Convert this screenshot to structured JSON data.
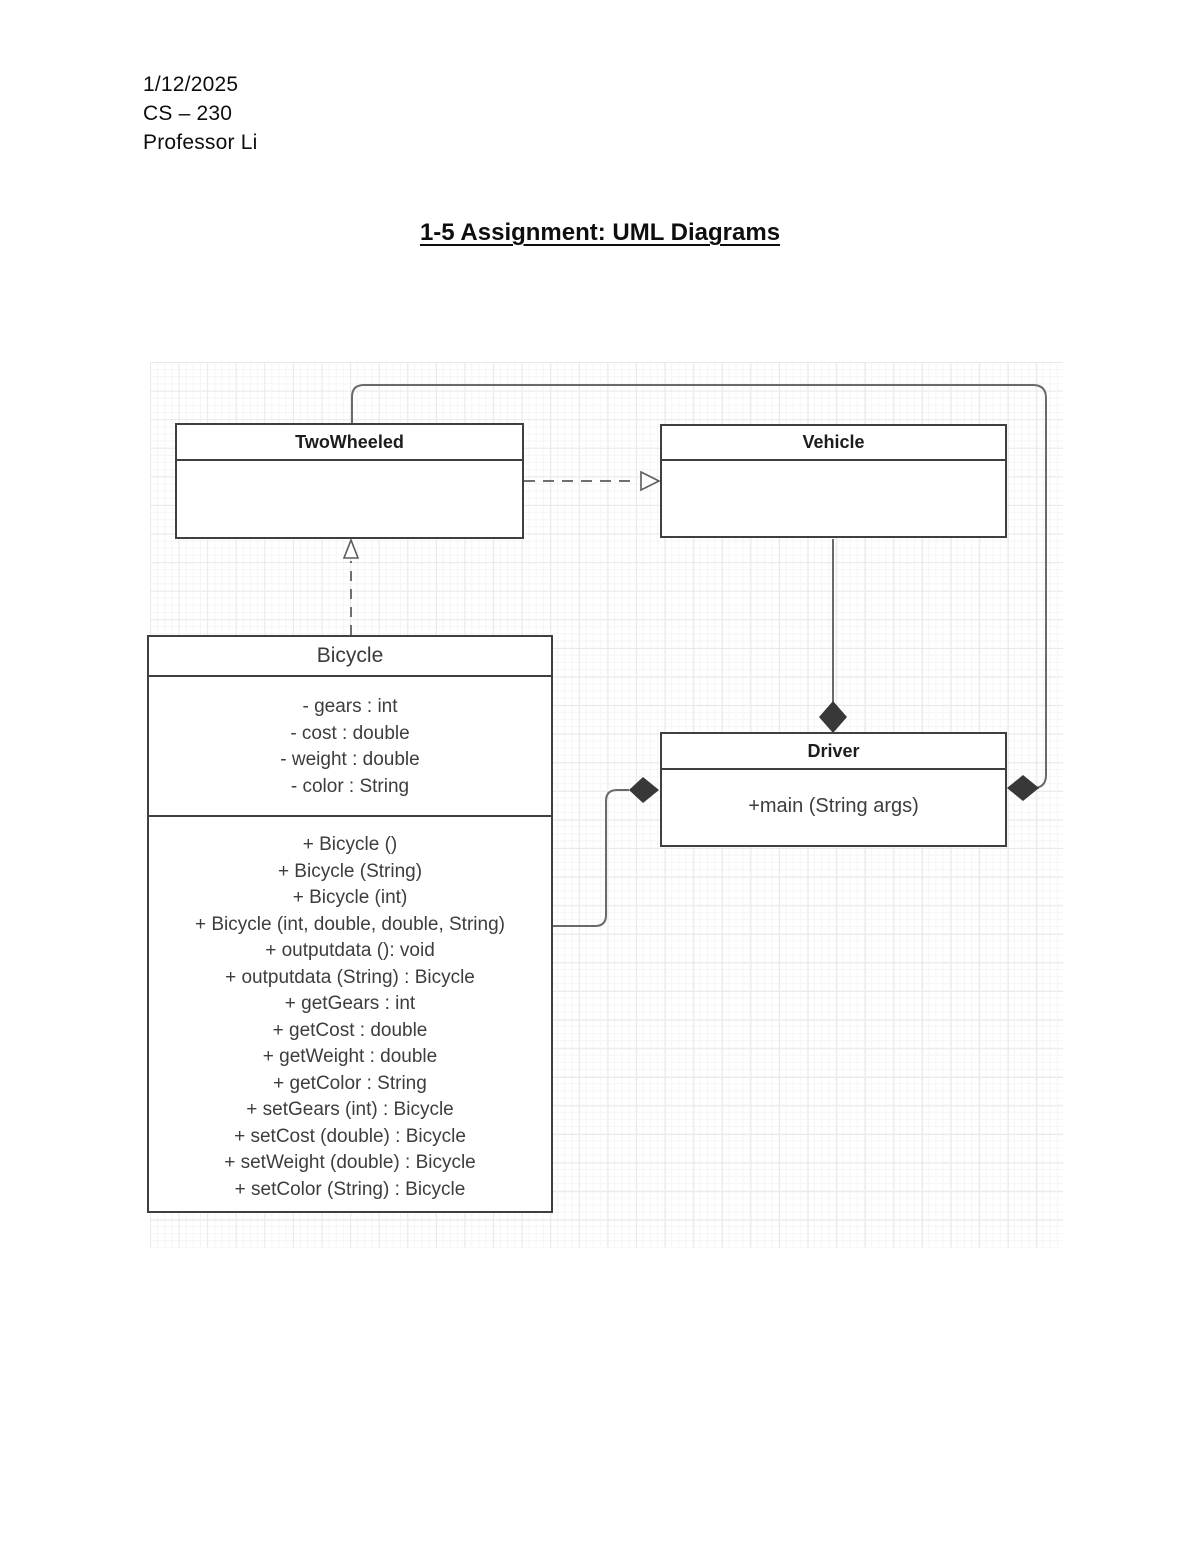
{
  "header": {
    "date": "1/12/2025",
    "course": "CS – 230",
    "professor": "Professor Li"
  },
  "title": "1-5 Assignment: UML Diagrams",
  "diagram": {
    "classes": {
      "two_wheeled": {
        "name": "TwoWheeled",
        "attributes": [],
        "methods": []
      },
      "vehicle": {
        "name": "Vehicle",
        "attributes": [],
        "methods": []
      },
      "bicycle": {
        "name": "Bicycle",
        "attributes": [
          "- gears : int",
          "- cost : double",
          "- weight : double",
          "- color : String"
        ],
        "methods": [
          "+ Bicycle ()",
          "+ Bicycle (String)",
          "+ Bicycle (int)",
          "+ Bicycle (int, double, double, String)",
          "+ outputdata (): void",
          "+ outputdata (String) : Bicycle",
          "+ getGears : int",
          "+ getCost : double",
          "+ getWeight : double",
          "+ getColor : String",
          "+ setGears (int) : Bicycle",
          "+ setCost (double) : Bicycle",
          "+ setWeight (double) : Bicycle",
          "+ setColor (String) : Bicycle"
        ]
      },
      "driver": {
        "name": "Driver",
        "attributes": [],
        "methods": [
          "+main (String args)"
        ]
      }
    },
    "relationships": [
      {
        "from": "Bicycle",
        "to": "TwoWheeled",
        "type": "generalization-dashed-hollow-triangle"
      },
      {
        "from": "TwoWheeled",
        "to": "Vehicle",
        "type": "dependency-dashed-open-triangle"
      },
      {
        "from": "Vehicle",
        "to": "Driver",
        "type": "composition-filled-diamond"
      },
      {
        "from": "Bicycle",
        "to": "Driver",
        "type": "composition-filled-diamond"
      },
      {
        "from": "TwoWheeled",
        "to": "Driver",
        "type": "composition-filled-diamond-loop"
      }
    ],
    "colors": {
      "box_border": "#3f3f3f",
      "connector": "#6a6a6a",
      "diamond_fill": "#383838",
      "grid_major": "#e7e9eb",
      "grid_minor": "#f4f5f6",
      "text": "#3d3d3d"
    }
  }
}
